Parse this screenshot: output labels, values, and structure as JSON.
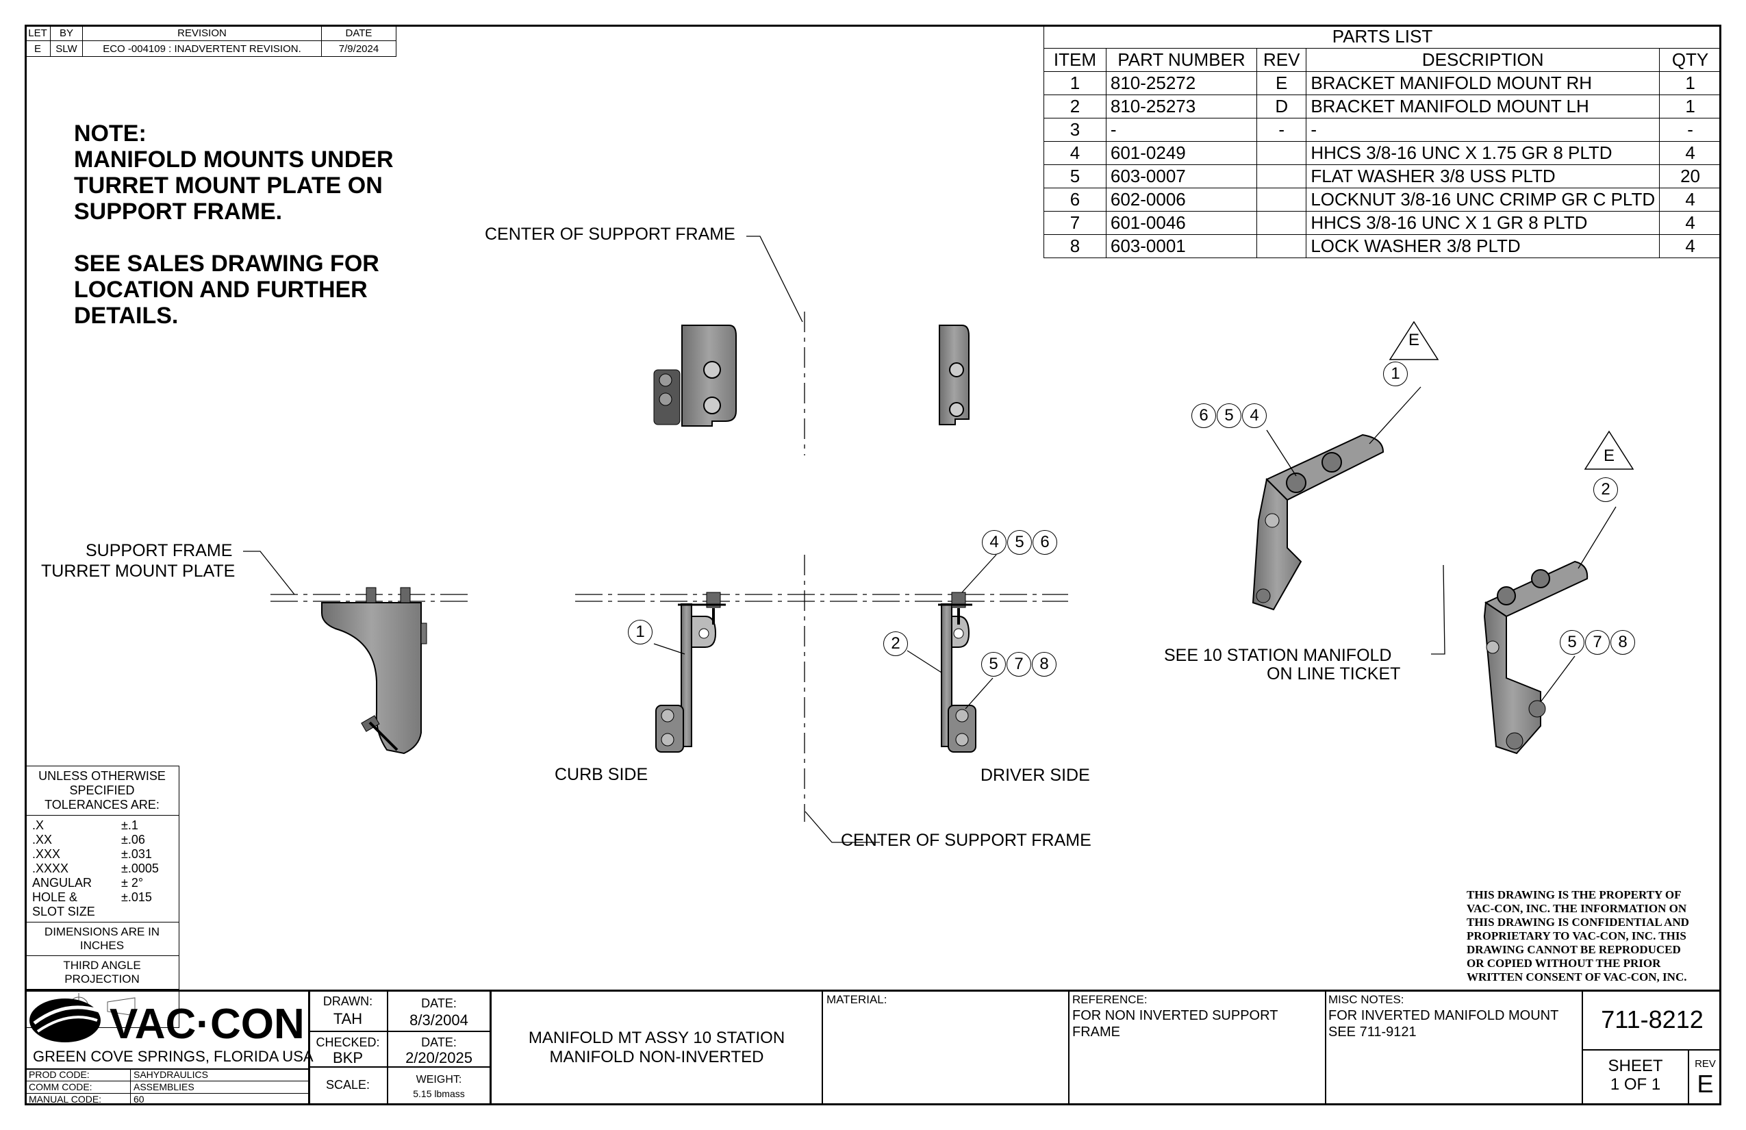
{
  "revision_block": {
    "headers": [
      "LET",
      "BY",
      "REVISION",
      "DATE"
    ],
    "rows": [
      [
        "E",
        "SLW",
        "ECO -004109 : INADVERTENT REVISION.",
        "7/9/2024"
      ]
    ]
  },
  "note": {
    "title": "NOTE:",
    "lines": [
      "MANIFOLD MOUNTS UNDER",
      "TURRET MOUNT PLATE ON",
      "SUPPORT FRAME.",
      "",
      "SEE SALES DRAWING FOR",
      "LOCATION AND FURTHER",
      "DETAILS."
    ]
  },
  "parts_list": {
    "title": "PARTS LIST",
    "headers": [
      "ITEM",
      "PART NUMBER",
      "REV",
      "DESCRIPTION",
      "QTY"
    ],
    "rows": [
      [
        "1",
        "810-25272",
        "E",
        "BRACKET MANIFOLD MOUNT RH",
        "1"
      ],
      [
        "2",
        "810-25273",
        "D",
        "BRACKET MANIFOLD MOUNT LH",
        "1"
      ],
      [
        "3",
        "-",
        "-",
        "-",
        "-"
      ],
      [
        "4",
        "601-0249",
        "",
        "HHCS 3/8-16 UNC X 1.75 GR 8 PLTD",
        "4"
      ],
      [
        "5",
        "603-0007",
        "",
        "FLAT WASHER 3/8 USS PLTD",
        "20"
      ],
      [
        "6",
        "602-0006",
        "",
        "LOCKNUT 3/8-16 UNC CRIMP GR C PLTD",
        "4"
      ],
      [
        "7",
        "601-0046",
        "",
        "HHCS 3/8-16 UNC X 1 GR 8 PLTD",
        "4"
      ],
      [
        "8",
        "603-0001",
        "",
        "LOCK WASHER 3/8 PLTD",
        "4"
      ]
    ]
  },
  "labels": {
    "center_top": "CENTER OF SUPPORT FRAME",
    "center_bottom": "CENTER OF SUPPORT FRAME",
    "support_frame": "SUPPORT FRAME",
    "turret_plate": "TURRET MOUNT PLATE",
    "curb_side": "CURB SIDE",
    "driver_side": "DRIVER SIDE",
    "see_manifold_1": "SEE 10 STATION MANIFOLD",
    "see_manifold_2": "ON LINE TICKET"
  },
  "balloons": {
    "a": [
      "6",
      "5",
      "4"
    ],
    "b": [
      "4",
      "5",
      "6"
    ],
    "c": [
      "5",
      "7",
      "8"
    ],
    "d": [
      "5",
      "7",
      "8"
    ],
    "item1_left": "1",
    "item2_left": "2",
    "item1_iso": "1",
    "item2_iso": "2",
    "rev_tri_1": "E",
    "rev_tri_2": "E"
  },
  "tolerances": {
    "header1": "UNLESS OTHERWISE SPECIFIED",
    "header2": "TOLERANCES ARE:",
    "rows": [
      [
        ".X",
        "±.1"
      ],
      [
        ".XX",
        "±.06"
      ],
      [
        ".XXX",
        "±.031"
      ],
      [
        ".XXXX",
        "±.0005"
      ],
      [
        "ANGULAR",
        "± 2°"
      ],
      [
        "HOLE &",
        "±.015"
      ],
      [
        "SLOT SIZE",
        ""
      ]
    ],
    "units": "DIMENSIONS ARE IN INCHES",
    "projection": "THIRD ANGLE PROJECTION"
  },
  "legal": [
    "THIS DRAWING IS THE PROPERTY OF",
    "VAC-CON, INC.  THE INFORMATION ON",
    "THIS DRAWING IS CONFIDENTIAL AND",
    "PROPRIETARY TO VAC-CON, INC.  THIS",
    "DRAWING CANNOT BE REPRODUCED",
    "OR COPIED WITHOUT THE PRIOR",
    "WRITTEN CONSENT OF VAC-CON, INC."
  ],
  "title_block": {
    "logo": "VAC·CON",
    "location": "GREEN COVE SPRINGS, FLORIDA USA",
    "prod_code_label": "PROD CODE:",
    "prod_code": "SAHYDRAULICS",
    "comm_code_label": "COMM CODE:",
    "comm_code": "ASSEMBLIES",
    "manual_code_label": "MANUAL CODE:",
    "manual_code": "60",
    "drawn_label": "DRAWN:",
    "drawn": "TAH",
    "drawn_date_label": "DATE:",
    "drawn_date": "8/3/2004",
    "checked_label": "CHECKED:",
    "checked": "BKP",
    "checked_date_label": "DATE:",
    "checked_date": "2/20/2025",
    "scale_label": "SCALE:",
    "weight_label": "WEIGHT:",
    "weight": "5.15 lbmass",
    "title1": "MANIFOLD MT ASSY 10 STATION",
    "title2": "MANIFOLD NON-INVERTED",
    "material_label": "MATERIAL:",
    "reference_label": "REFERENCE:",
    "reference1": "FOR NON INVERTED SUPPORT",
    "reference2": "FRAME",
    "misc_label": "MISC NOTES:",
    "misc1": "FOR INVERTED MANIFOLD MOUNT",
    "misc2": "SEE 711-9121",
    "dwg_no": "711-8212",
    "sheet_label": "SHEET",
    "sheet": "1  OF 1",
    "rev_label": "REV",
    "rev": "E"
  }
}
